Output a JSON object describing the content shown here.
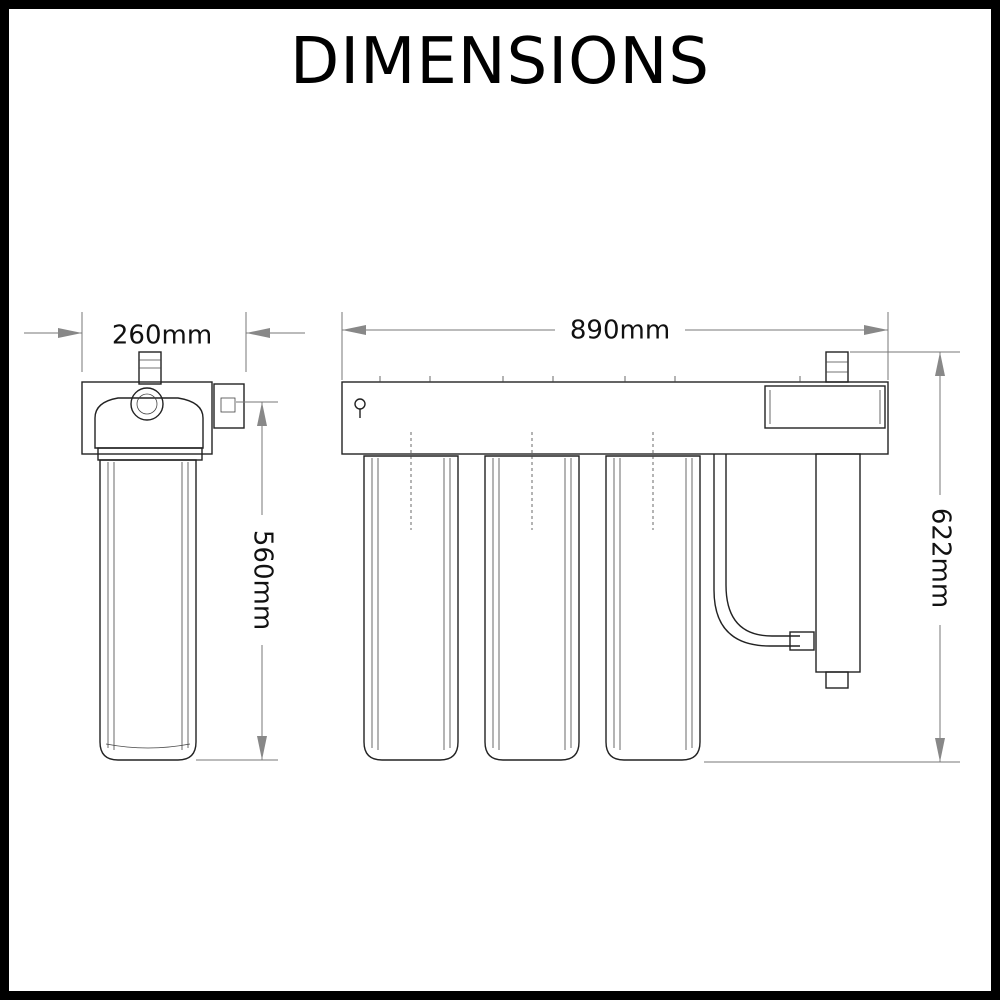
{
  "title": "DIMENSIONS",
  "dimensions": {
    "side_width": "260mm",
    "side_height": "560mm",
    "front_width": "890mm",
    "front_height": "622mm"
  }
}
